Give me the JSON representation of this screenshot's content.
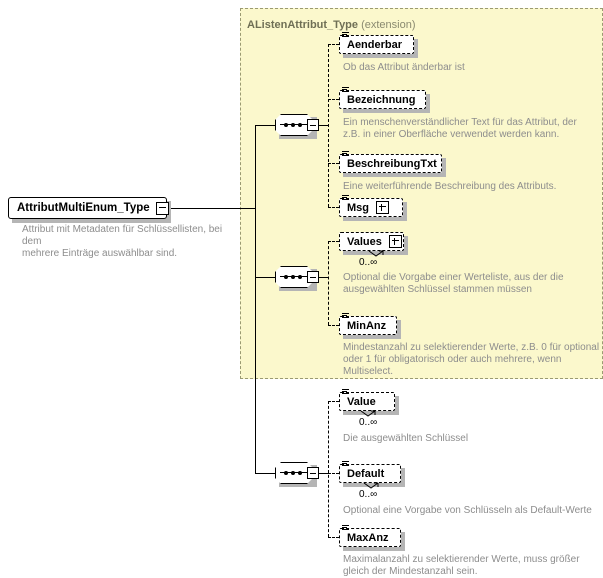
{
  "diagram": {
    "type": "xsd-schema-diagram",
    "root": {
      "name": "AttributMultiEnum_Type",
      "expander": "minus",
      "annotation": "Attribut mit Metadaten für Schlüssellisten, bei dem\nmehrere Einträge auswählbar sind."
    },
    "extension": {
      "title": "AListenAttribut_Type",
      "kind": "(extension)",
      "background": "#fbf8cc",
      "border": "#9a9a72"
    },
    "compositors": [
      {
        "id": "seq-1",
        "kind": "sequence",
        "expander": "minus"
      },
      {
        "id": "seq-2",
        "kind": "sequence",
        "expander": "minus"
      },
      {
        "id": "seq-3",
        "kind": "sequence",
        "expander": "minus"
      }
    ],
    "groups": [
      {
        "id": "group-extension-a",
        "compositor": "seq-1",
        "inside_extension": true,
        "elements": [
          {
            "name": "Aenderbar",
            "occurrence": "",
            "expandable": false,
            "annotation": "Ob das Attribut änderbar ist"
          },
          {
            "name": "Bezeichnung",
            "occurrence": "",
            "expandable": false,
            "annotation": "Ein menschenverständlicher Text für das Attribut, der\nz.B. in einer Oberfläche verwendet werden kann."
          },
          {
            "name": "BeschreibungTxt",
            "occurrence": "",
            "expandable": false,
            "annotation": "Eine weiterführende Beschreibung des Attributs."
          },
          {
            "name": "Msg",
            "occurrence": "",
            "expandable": true,
            "annotation": ""
          }
        ]
      },
      {
        "id": "group-extension-b",
        "compositor": "seq-2",
        "inside_extension": true,
        "elements": [
          {
            "name": "Values",
            "occurrence": "0..∞",
            "expandable": true,
            "annotation": "Optional die Vorgabe einer Werteliste, aus der die\nausgewählten Schlüssel stammen müssen"
          },
          {
            "name": "MinAnz",
            "occurrence": "",
            "expandable": false,
            "annotation": "Mindestanzahl zu selektierender Werte, z.B. 0 für optional\noder 1 für obligatorisch oder auch mehrere, wenn\nMultiselect."
          }
        ]
      },
      {
        "id": "group-outer",
        "compositor": "seq-3",
        "inside_extension": false,
        "elements": [
          {
            "name": "Value",
            "occurrence": "0..∞",
            "expandable": false,
            "annotation": "Die ausgewählten Schlüssel"
          },
          {
            "name": "Default",
            "occurrence": "0..∞",
            "expandable": false,
            "annotation": "Optional eine Vorgabe von Schlüsseln als Default-Werte"
          },
          {
            "name": "MaxAnz",
            "occurrence": "",
            "expandable": false,
            "annotation": "Maximalanzahl zu selektierender Werte, muss größer\ngleich der Mindestanzahl sein."
          }
        ]
      }
    ]
  }
}
